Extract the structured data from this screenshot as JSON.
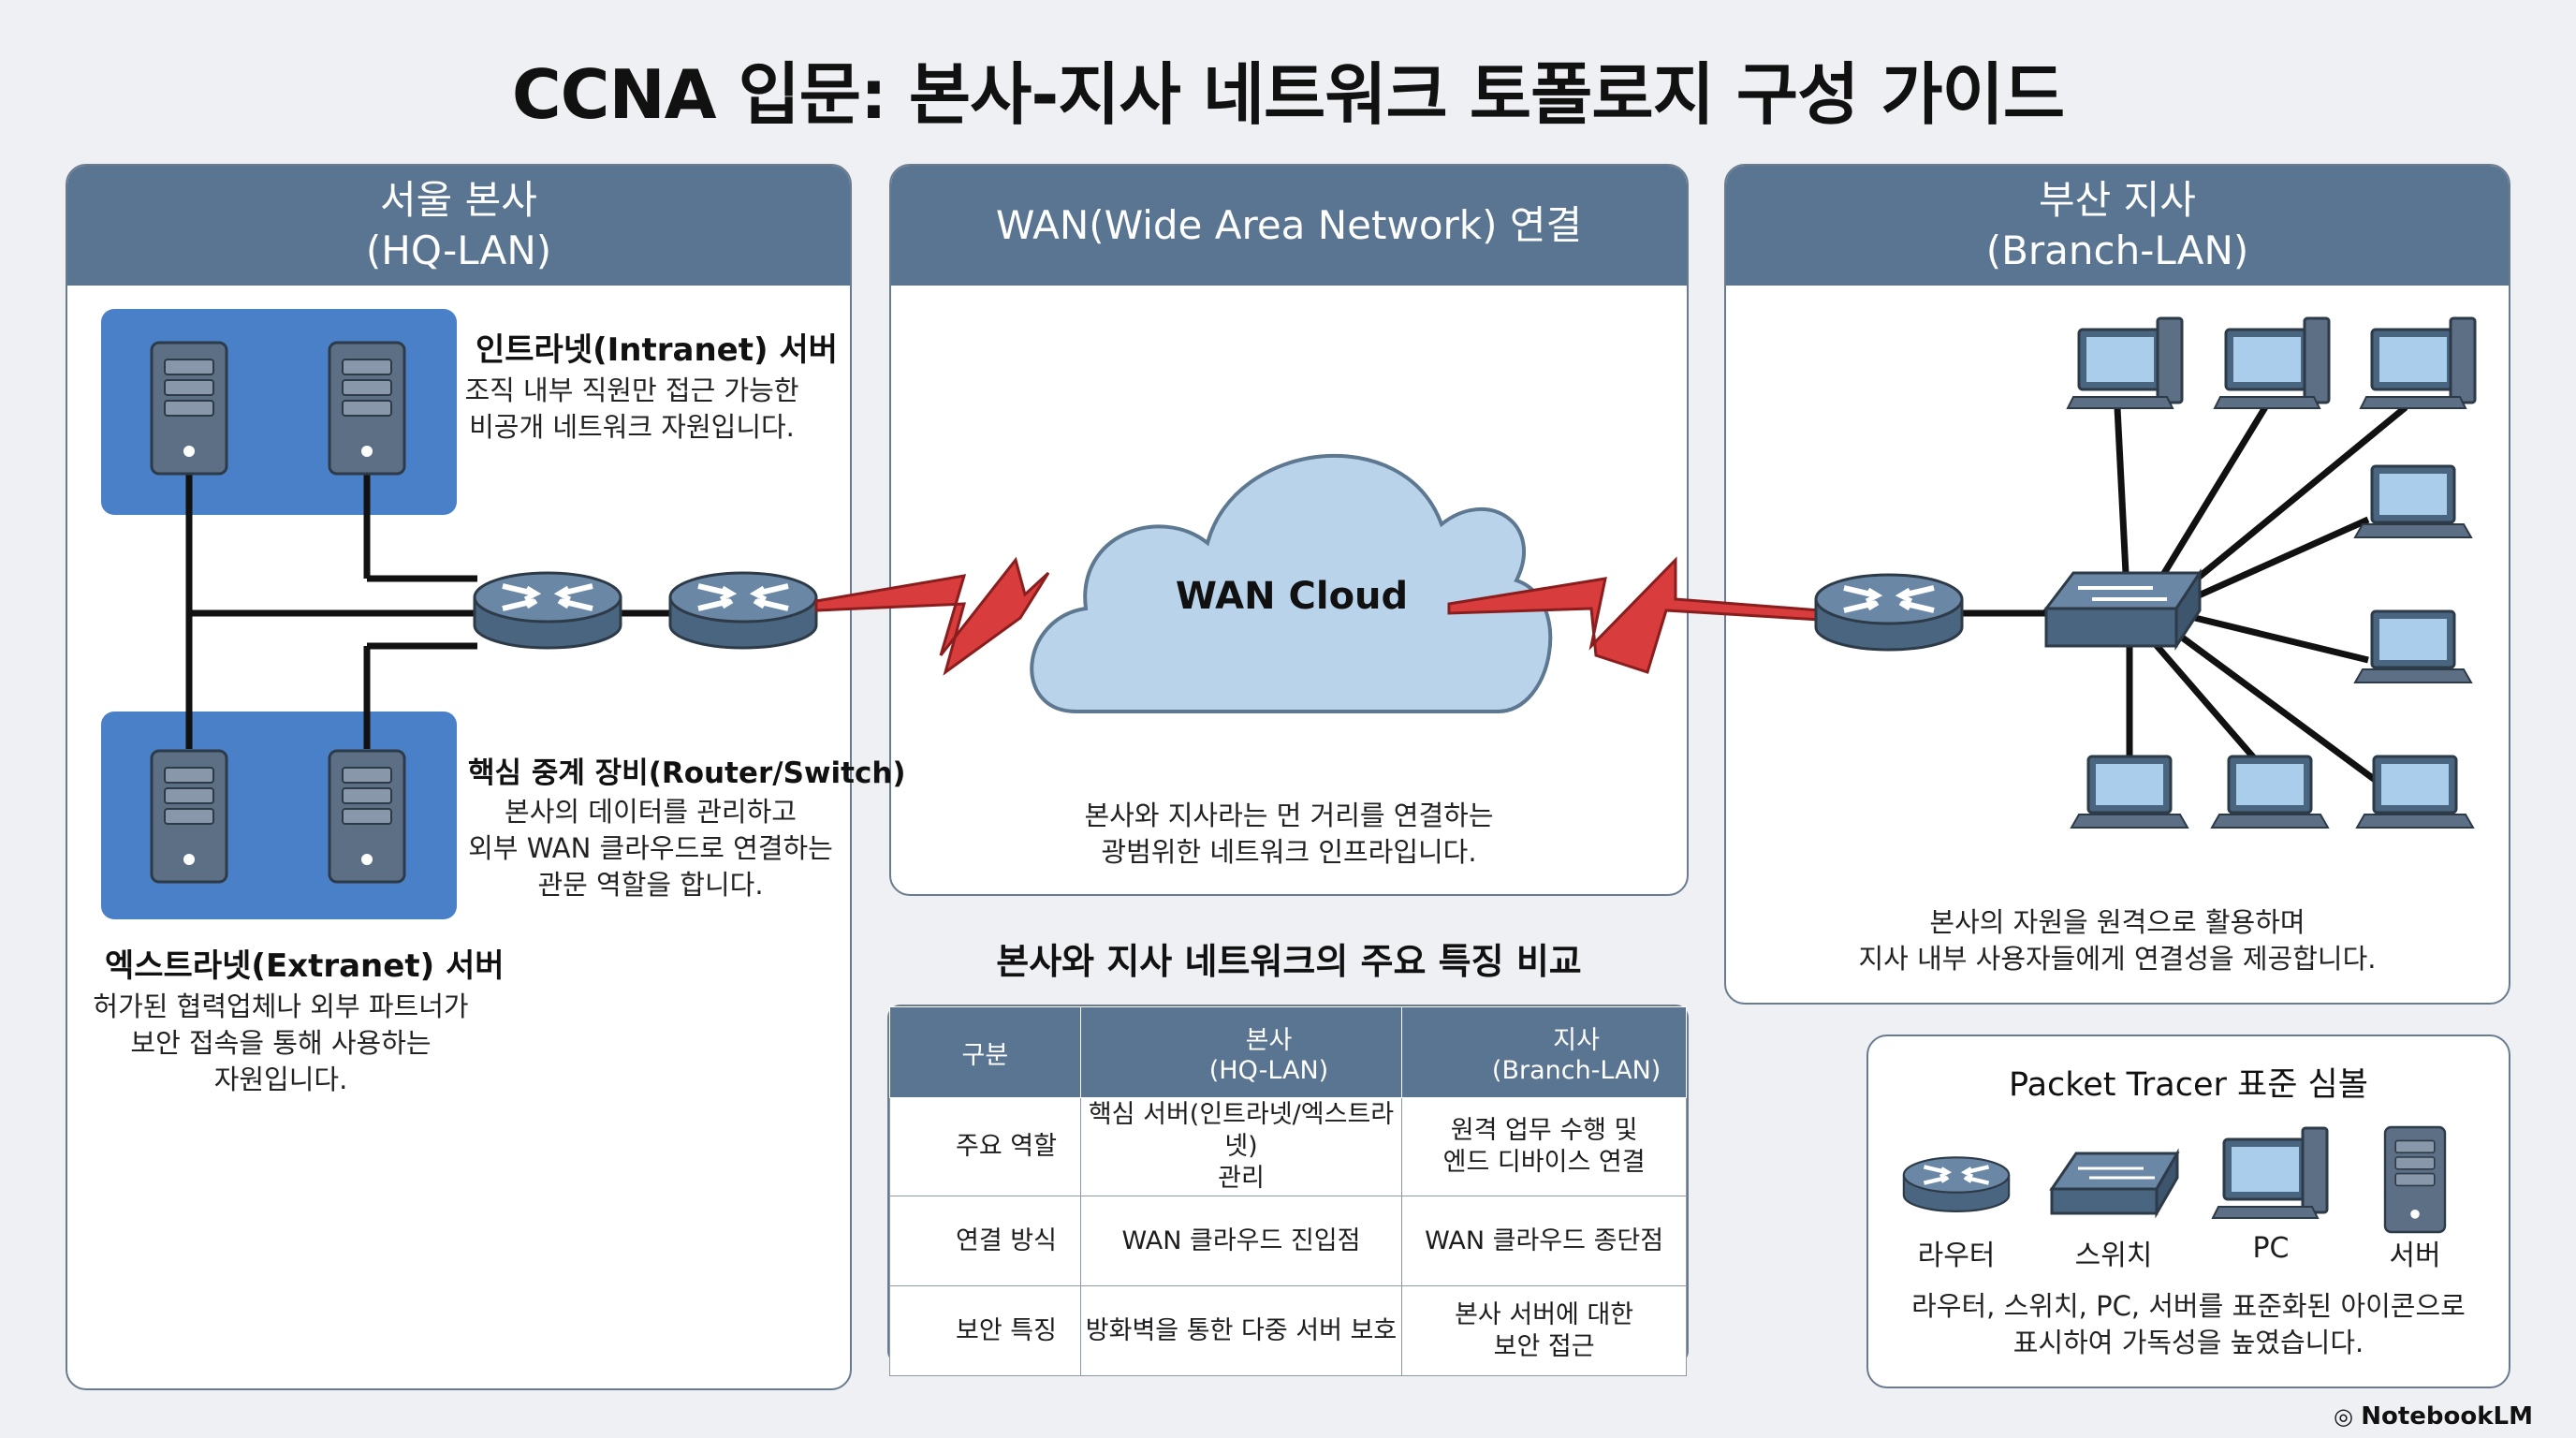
{
  "title": "CCNA 입문: 본사-지사 네트워크 토폴로지 구성 가이드",
  "hq": {
    "header_line1": "서울 본사",
    "header_line2": "(HQ-LAN)",
    "intranet_title": "인트라넷(Intranet) 서버",
    "intranet_desc1": "조직 내부 직원만 접근 가능한",
    "intranet_desc2": "비공개 네트워크 자원입니다.",
    "router_title": "핵심 중계 장비(Router/Switch)",
    "router_desc1": "본사의 데이터를 관리하고",
    "router_desc2": "외부 WAN 클라우드로 연결하는",
    "router_desc3": "관문 역할을 합니다.",
    "extranet_title": "엑스트라넷(Extranet) 서버",
    "extranet_desc1": "허가된 협력업체나 외부 파트너가",
    "extranet_desc2": "보안 접속을 통해 사용하는",
    "extranet_desc3": "자원입니다."
  },
  "wan": {
    "header": "WAN(Wide Area Network) 연결",
    "cloud_label": "WAN Cloud",
    "desc1": "본사와 지사라는 먼 거리를 연결하는",
    "desc2": "광범위한 네트워크 인프라입니다."
  },
  "branch": {
    "header_line1": "부산 지사",
    "header_line2": "(Branch-LAN)",
    "desc1": "본사의 자원을 원격으로 활용하며",
    "desc2": "지사 내부 사용자들에게 연결성을 제공합니다."
  },
  "comparison": {
    "title": "본사와 지사 네트워크의 주요 특징 비교",
    "col0": "구분",
    "col1_line1": "본사",
    "col1_line2": "(HQ-LAN)",
    "col2_line1": "지사",
    "col2_line2": "(Branch-LAN)",
    "rows": [
      {
        "label": "주요 역할",
        "hq1": "핵심 서버(인트라넷/엑스트라넷)",
        "hq2": "관리",
        "br1": "원격 업무 수행 및",
        "br2": "엔드 디바이스 연결"
      },
      {
        "label": "연결 방식",
        "hq1": "WAN 클라우드 진입점",
        "hq2": "",
        "br1": "WAN 클라우드 종단점",
        "br2": ""
      },
      {
        "label": "보안 특징",
        "hq1": "방화벽을 통한 다중 서버 보호",
        "hq2": "",
        "br1": "본사 서버에 대한",
        "br2": "보안 접근"
      }
    ]
  },
  "legend": {
    "title": "Packet Tracer 표준 심볼",
    "router": "라우터",
    "switch": "스위치",
    "pc": "PC",
    "server": "서버",
    "desc1": "라우터, 스위치, PC, 서버를 표준화된 아이콘으로",
    "desc2": "표시하여 가독성을 높였습니다."
  },
  "footer": "NotebookLM",
  "colors": {
    "header": "#5a7591",
    "server_box": "#4a80c8",
    "cloud": "#b9d4ea",
    "lightning": "#d83c3c",
    "device": "#5a7591"
  }
}
